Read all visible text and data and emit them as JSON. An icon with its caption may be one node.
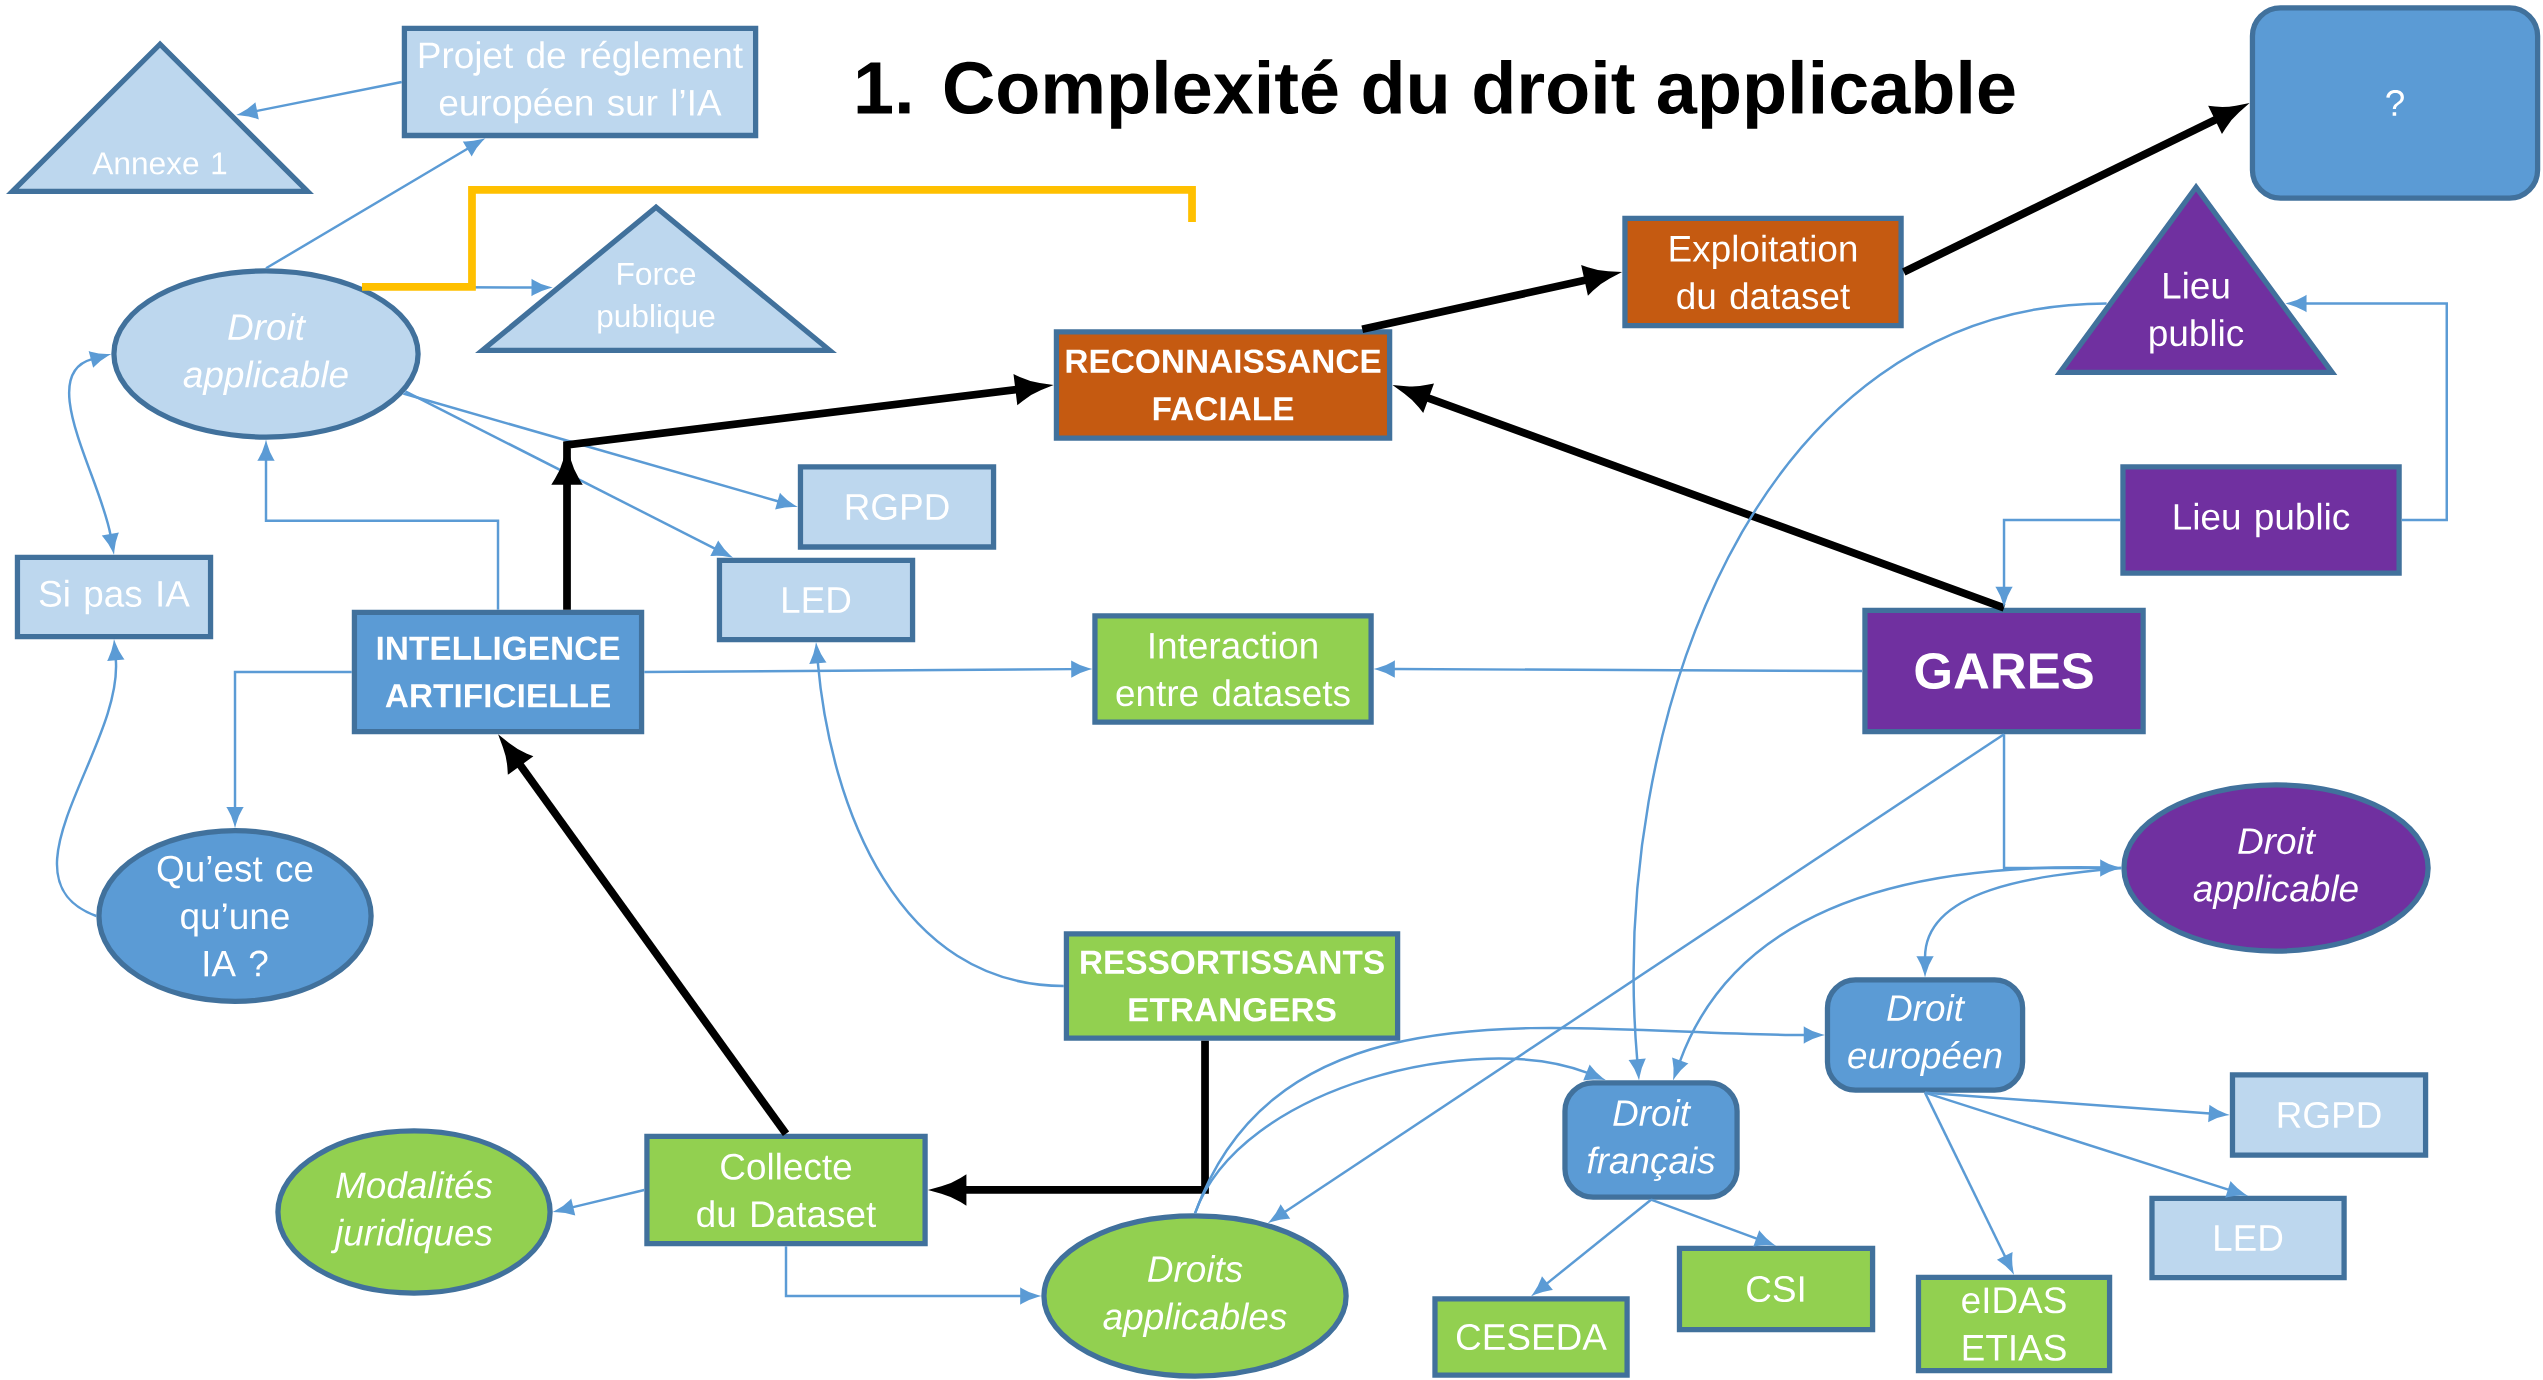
{
  "diagram": {
    "title": "1. Complexité du droit applicable",
    "nodes": [
      {
        "text": [
          "Annexe 1"
        ]
      },
      {
        "text": [
          "Projet de réglement européen sur l’IA"
        ]
      },
      {
        "text": [
          "Droit applicable"
        ]
      },
      {
        "text": [
          "Force publique"
        ]
      },
      {
        "text": [
          "RECONNAISSANCE FACIALE"
        ]
      },
      {
        "text": [
          "Exploitation du dataset"
        ]
      },
      {
        "text": [
          "?"
        ]
      },
      {
        "text": [
          "Lieu public"
        ]
      },
      {
        "text": [
          "RGPD"
        ]
      },
      {
        "text": [
          "Si pas IA"
        ]
      },
      {
        "text": [
          "LED"
        ]
      },
      {
        "text": [
          "Lieu public"
        ]
      },
      {
        "text": [
          "INTELLIGENCE ARTIFICIELLE"
        ]
      },
      {
        "text": [
          "Interaction entre datasets"
        ]
      },
      {
        "text": [
          "GARES"
        ]
      },
      {
        "text": [
          "Qu’est ce qu’une IA ?"
        ]
      },
      {
        "text": [
          "Droit applicable"
        ]
      },
      {
        "text": [
          "RESSORTISSANTS ETRANGERS"
        ]
      },
      {
        "text": [
          "Droit européen"
        ]
      },
      {
        "text": [
          "Droit français"
        ]
      },
      {
        "text": [
          "RGPD"
        ]
      },
      {
        "text": [
          "Modalités juridiques"
        ]
      },
      {
        "text": [
          "Collecte du Dataset"
        ]
      },
      {
        "text": [
          "LED"
        ]
      },
      {
        "text": [
          "Droits applicables"
        ]
      },
      {
        "text": [
          "CSI"
        ]
      },
      {
        "text": [
          "CESEDA"
        ]
      },
      {
        "text": [
          "eIDAS ETIAS"
        ]
      }
    ],
    "edges": [
      {
        "from": 1,
        "to": 0,
        "arrow": "to"
      },
      {
        "from": 2,
        "to": 1,
        "arrow": "to"
      },
      {
        "from": 2,
        "to": 3,
        "arrow": "to"
      },
      {
        "from": 2,
        "to": 8,
        "arrow": "to"
      },
      {
        "from": 2,
        "to": 10,
        "arrow": "to"
      },
      {
        "from": 9,
        "to": 2,
        "arrow": "both"
      },
      {
        "from": 15,
        "to": 9,
        "arrow": "to"
      },
      {
        "from": 12,
        "to": 2,
        "arrow": "to"
      },
      {
        "from": 12,
        "to": 15,
        "arrow": "to"
      },
      {
        "from": 12,
        "to": 13,
        "arrow": "to"
      },
      {
        "from": 12,
        "to": 4,
        "arrow": "to",
        "style": "thick",
        "color": "#000000"
      },
      {
        "from": 4,
        "to": 5,
        "arrow": "to",
        "style": "thick",
        "color": "#000000"
      },
      {
        "from": 5,
        "to": 6,
        "arrow": "to",
        "style": "thick",
        "color": "#000000"
      },
      {
        "from": 14,
        "to": 4,
        "arrow": "to",
        "style": "thick",
        "color": "#000000"
      },
      {
        "from": 14,
        "to": 13,
        "arrow": "to"
      },
      {
        "from": 11,
        "to": 7,
        "arrow": "to"
      },
      {
        "from": 11,
        "to": 14,
        "arrow": "to"
      },
      {
        "from": 7,
        "to": 19,
        "arrow": "to"
      },
      {
        "from": 14,
        "to": 16,
        "arrow": "to"
      },
      {
        "from": 14,
        "to": 24,
        "arrow": "to"
      },
      {
        "from": 16,
        "to": 18,
        "arrow": "to"
      },
      {
        "from": 16,
        "to": 19,
        "arrow": "to"
      },
      {
        "from": 19,
        "to": 26,
        "arrow": "to"
      },
      {
        "from": 19,
        "to": 25,
        "arrow": "to"
      },
      {
        "from": 18,
        "to": 20,
        "arrow": "to"
      },
      {
        "from": 18,
        "to": 23,
        "arrow": "to"
      },
      {
        "from": 18,
        "to": 27,
        "arrow": "to"
      },
      {
        "from": 17,
        "to": 10,
        "arrow": "to"
      },
      {
        "from": 17,
        "to": 22,
        "arrow": "to",
        "style": "thick",
        "color": "#000000"
      },
      {
        "from": 22,
        "to": 12,
        "arrow": "to",
        "style": "thick",
        "color": "#000000"
      },
      {
        "from": 22,
        "to": 21,
        "arrow": "to"
      },
      {
        "from": 22,
        "to": 24,
        "arrow": "to"
      },
      {
        "from": 24,
        "to": 19,
        "arrow": "to"
      },
      {
        "from": 24,
        "to": 18,
        "arrow": "to"
      },
      {
        "from": 2,
        "to": null,
        "arrow": "none",
        "style": "thick",
        "color": "#ffc000"
      }
    ]
  }
}
